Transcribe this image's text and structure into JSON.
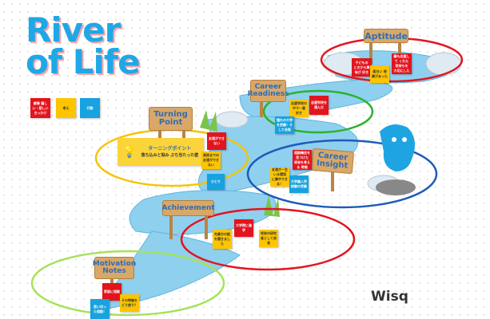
{
  "title": {
    "line1": "River",
    "line2": "of Life"
  },
  "legend": [
    {
      "label": "感情 嬉しい・悲しい きっかけ",
      "color": "#e3141d"
    },
    {
      "label": "考え",
      "color": "#fcc500"
    },
    {
      "label": "行動",
      "color": "#18a2df"
    }
  ],
  "signs": {
    "aptitude": "Aptitude",
    "career_readiness": "Career Readiness",
    "turning_point": "Turning Point",
    "career_insight": "Career Insight",
    "achievement": "Achievement",
    "motivation_notes": "Motivation Notes"
  },
  "turning_card": {
    "title": "ターニングポイント",
    "body": "落ち込みと悩み ぶち当たった壁"
  },
  "notes": {
    "apt1": "子どもの ときから興味が 好き",
    "apt2": "面白い 授業があった",
    "apt3": "親も応援して くれた 気持ちを 大切にした",
    "cr1": "志望学校の 中で一番 好き",
    "cr2": "志望学校を 選んだ",
    "cr3": "憧れの大学 を受験！そ して合格",
    "tp1": "友達ができ ない",
    "tp2": "高校までの 友達ができ ない",
    "tp3": "ひとり",
    "ci1": "相談機会を 見つけた 将来を考える 時間",
    "ci2": "友達が一生 いる環境 に集中でき る！",
    "ci3": "大学編入学 試験の受験",
    "ac1": "先輩方の話 を聞きまし た",
    "ac2": "大学院に進 学",
    "ac3": "将来の研究 者として成 長",
    "mn1": "家族に相談",
    "mn2": "その時間を どう使う？",
    "mn3": "思い切っ た相談！"
  },
  "logo": "Wisq"
}
